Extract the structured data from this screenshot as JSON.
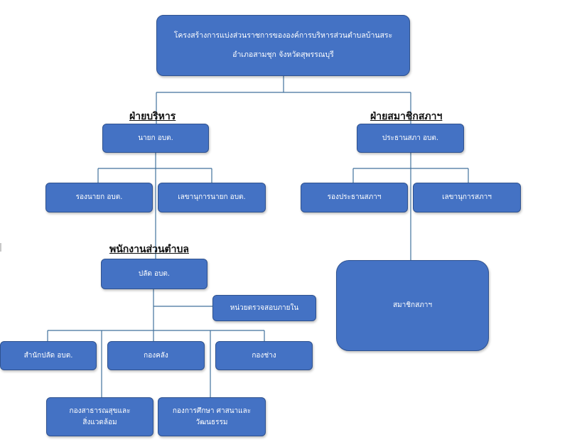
{
  "title": {
    "line1": "โครงสร้างการแบ่งส่วนราชการขององค์การบริหารส่วนตำบลบ้านสระ",
    "line2": "อำเภอสามชุก  จังหวัดสุพรรณบุรี"
  },
  "executive": {
    "heading": "ฝ่ายบริหาร",
    "chief": "นายก อบต.",
    "deputy": "รองนายก อบต.",
    "secretary": "เลขานุการนายก อบต."
  },
  "staff": {
    "heading": "พนักงานส่วนตำบล",
    "clerk": "ปลัด อบต.",
    "audit": "หน่วยตรวจสอบภายใน",
    "office": "สำนักปลัด อบต.",
    "finance": "กองคลัง",
    "engineering": "กองช่าง",
    "health_line1": "กองสาธารณสุขและ",
    "health_line2": "สิ่งแวดล้อม",
    "education_line1": "กองการศึกษา ศาสนาและ",
    "education_line2": "วัฒนธรรม"
  },
  "council": {
    "heading": "ฝ่ายสมาชิกสภาฯ",
    "chair": "ประธานสภา อบต.",
    "vice_chair": "รองประธานสภาฯ",
    "secretary": "เลขานุการสภาฯ",
    "members": "สมาชิกสภาฯ"
  },
  "colors": {
    "box_fill": "#4472c4",
    "box_border": "#2f528f",
    "connector": "#41719c"
  }
}
